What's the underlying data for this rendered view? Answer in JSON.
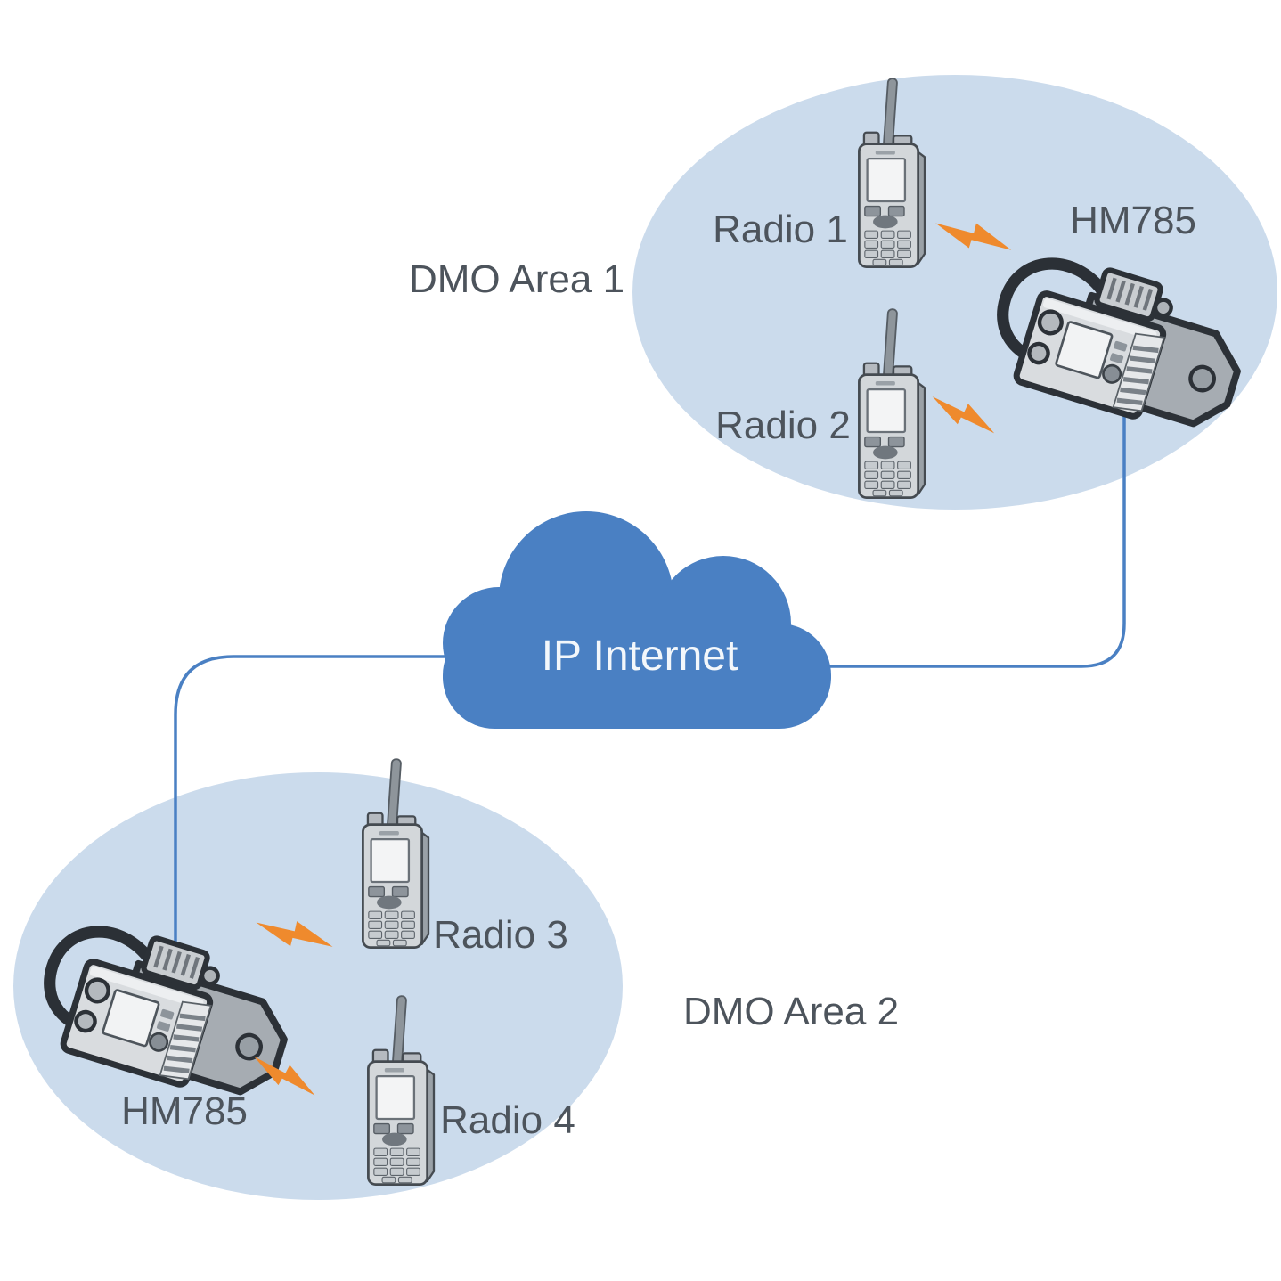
{
  "diagram": {
    "type": "network-topology",
    "areas": {
      "area1": {
        "label": "DMO Area 1",
        "radios": {
          "radio1": "Radio 1",
          "radio2": "Radio 2"
        },
        "gateway": "HM785"
      },
      "area2": {
        "label": "DMO Area 2",
        "radios": {
          "radio3": "Radio 3",
          "radio4": "Radio 4"
        },
        "gateway": "HM785"
      },
      "area_count": "2"
    },
    "cloud": {
      "label": "IP Internet"
    },
    "colors": {
      "background": "#ffffff",
      "area_fill": "#cbdbec",
      "cloud_fill": "#4a80c3",
      "cloud_text": "#f3f7fb",
      "connector": "#4a80c3",
      "label_text": "#4d545c",
      "lightning": "#ef8a2d",
      "device_outline": "#2c3137",
      "device_body": "#a6acb2",
      "device_panel": "#d9dcdf",
      "radio_body": "#d3d7da"
    }
  }
}
